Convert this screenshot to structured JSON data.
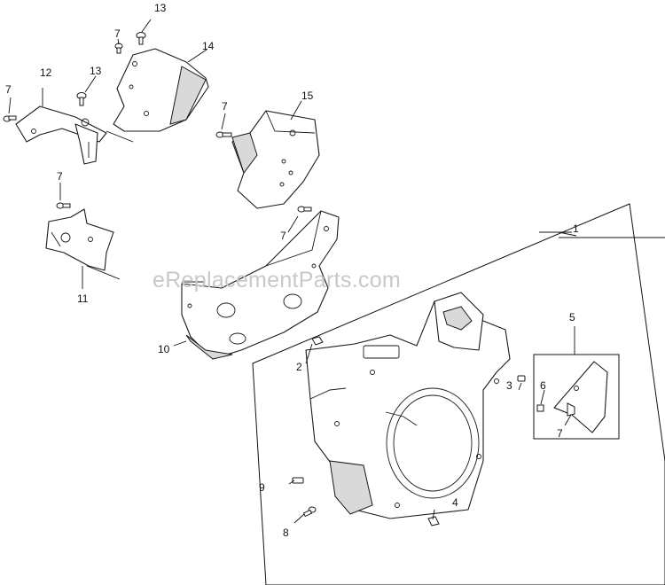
{
  "watermark": "eReplacementParts.com",
  "callouts": {
    "c1": "1",
    "c2": "2",
    "c3": "3",
    "c4": "4",
    "c5": "5",
    "c6": "6",
    "c7a": "7",
    "c7b": "7",
    "c7c": "7",
    "c7d": "7",
    "c7e": "7",
    "c7f": "7",
    "c8": "8",
    "c9": "9",
    "c10": "10",
    "c11": "11",
    "c12": "12",
    "c13a": "13",
    "c13b": "13",
    "c14": "14",
    "c15": "15"
  }
}
